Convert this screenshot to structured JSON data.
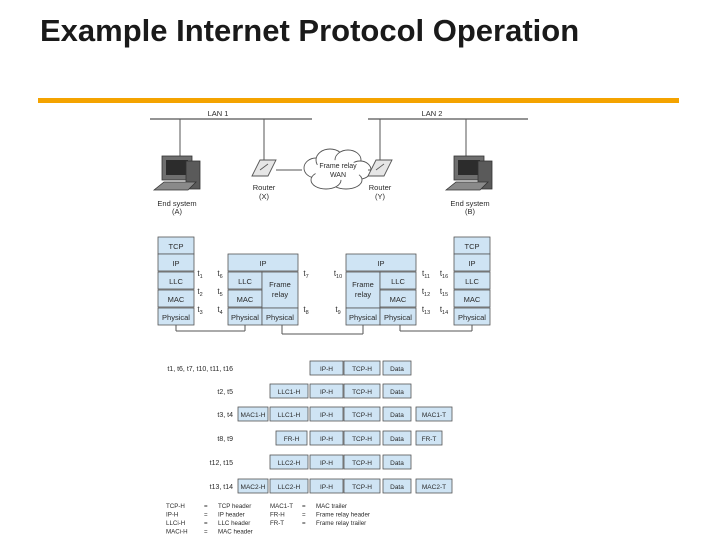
{
  "slide": {
    "title": "Example Internet Protocol Operation",
    "rule_color": "#f4a300"
  },
  "network": {
    "lan1": "LAN 1",
    "lan2": "LAN 2",
    "wan": [
      "Frame relay",
      "WAN"
    ],
    "router_x": [
      "Router",
      "(X)"
    ],
    "router_y": [
      "Router",
      "(Y)"
    ],
    "end_a": [
      "End system",
      "(A)"
    ],
    "end_b": [
      "End system",
      "(B)"
    ]
  },
  "stacks": {
    "end_a": [
      "TCP",
      "IP",
      "LLC",
      "MAC",
      "Physical"
    ],
    "router_x": {
      "ip": "IP",
      "left": [
        "LLC",
        "MAC",
        "Physical"
      ],
      "right": [
        "Frame relay",
        "Physical"
      ]
    },
    "router_y": {
      "ip": "IP",
      "left": [
        "Frame relay",
        "Physical"
      ],
      "right": [
        "LLC",
        "MAC",
        "Physical"
      ]
    },
    "end_b": [
      "TCP",
      "IP",
      "LLC",
      "MAC",
      "Physical"
    ]
  },
  "time_marks": {
    "a": [
      "t1",
      "t2",
      "t3"
    ],
    "x_in": [
      "t6",
      "t5",
      "t4"
    ],
    "x_out": [
      "t7",
      "t8"
    ],
    "y_in": [
      "t10",
      "t9"
    ],
    "y_out": [
      "t11",
      "t12",
      "t13"
    ],
    "b": [
      "t16",
      "t15",
      "t14"
    ]
  },
  "pdu_rows": [
    {
      "label": "t1, t6, t7, t10, t11, t16",
      "cells": [
        "IP-H",
        "TCP-H",
        "Data"
      ]
    },
    {
      "label": "t2, t5",
      "cells": [
        "LLC1-H",
        "IP-H",
        "TCP-H",
        "Data"
      ]
    },
    {
      "label": "t3, t4",
      "cells": [
        "MAC1-H",
        "LLC1-H",
        "IP-H",
        "TCP-H",
        "Data",
        "MAC1-T"
      ]
    },
    {
      "label": "t8, t9",
      "cells": [
        "FR-H",
        "IP-H",
        "TCP-H",
        "Data",
        "FR-T"
      ]
    },
    {
      "label": "t12, t15",
      "cells": [
        "LLC2-H",
        "IP-H",
        "TCP-H",
        "Data"
      ]
    },
    {
      "label": "t13, t14",
      "cells": [
        "MAC2-H",
        "LLC2-H",
        "IP-H",
        "TCP-H",
        "Data",
        "MAC2-T"
      ]
    }
  ],
  "legend": [
    [
      "TCP-H",
      "=",
      "TCP header",
      "MAC1-T",
      "=",
      "MAC trailer"
    ],
    [
      "IP-H",
      "=",
      "IP header",
      "FR-H",
      "=",
      "Frame relay header"
    ],
    [
      "LLCi-H",
      "=",
      "LLC header",
      "FR-T",
      "=",
      "Frame relay trailer"
    ],
    [
      "MACi-H",
      "=",
      "MAC header",
      "",
      "",
      ""
    ]
  ],
  "colors": {
    "cell_fill": "#cfe4f4",
    "line": "#555555",
    "text": "#2a2a2a"
  }
}
